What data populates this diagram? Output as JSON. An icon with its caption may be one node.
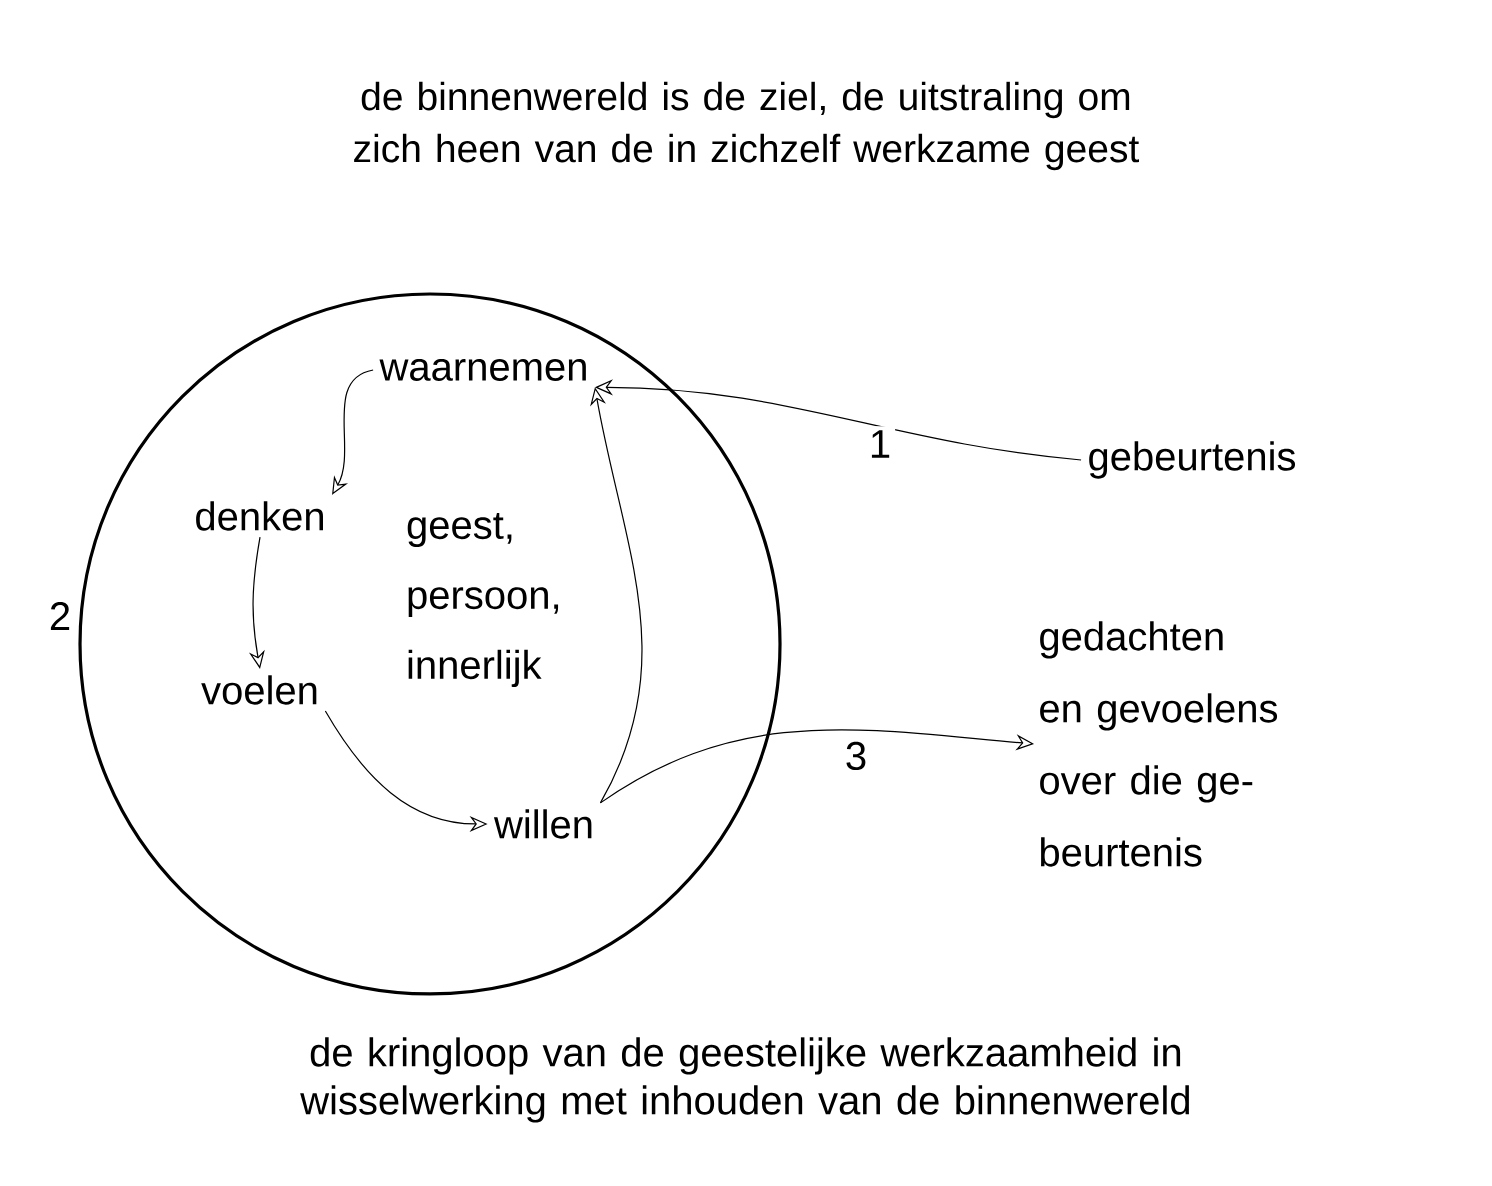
{
  "diagram": {
    "title": "de binnenwereld is de ziel, de uitstraling om zich heen van de in zichzelf werkzame geest",
    "caption": "de kringloop van de geestelijke werkzaamheid in wisselwerking met inhouden van de binnenwereld",
    "nodes": [
      {
        "text": [
          "geest, persoon, innerlijk"
        ]
      },
      {
        "text": [
          "waarnemen"
        ],
        "in": 0
      },
      {
        "text": [
          "denken"
        ],
        "in": 0
      },
      {
        "text": [
          "voelen"
        ],
        "in": 0
      },
      {
        "text": [
          "willen"
        ],
        "in": 0
      },
      {
        "text": [
          "gebeurtenis"
        ]
      },
      {
        "text": [
          "gedachten en gevoelens over die ge- beurtenis"
        ]
      }
    ],
    "edges": [
      {
        "from": 1,
        "to": 2,
        "arrow": "to"
      },
      {
        "from": 2,
        "to": 3,
        "arrow": "to"
      },
      {
        "from": 3,
        "to": 4,
        "arrow": "to"
      },
      {
        "from": 4,
        "to": 1,
        "arrow": "to"
      },
      {
        "from": 5,
        "to": 1,
        "arrow": "to",
        "label": "1"
      },
      {
        "from": 4,
        "to": 6,
        "arrow": "to",
        "label": "3"
      }
    ],
    "labels": [
      "2"
    ]
  }
}
